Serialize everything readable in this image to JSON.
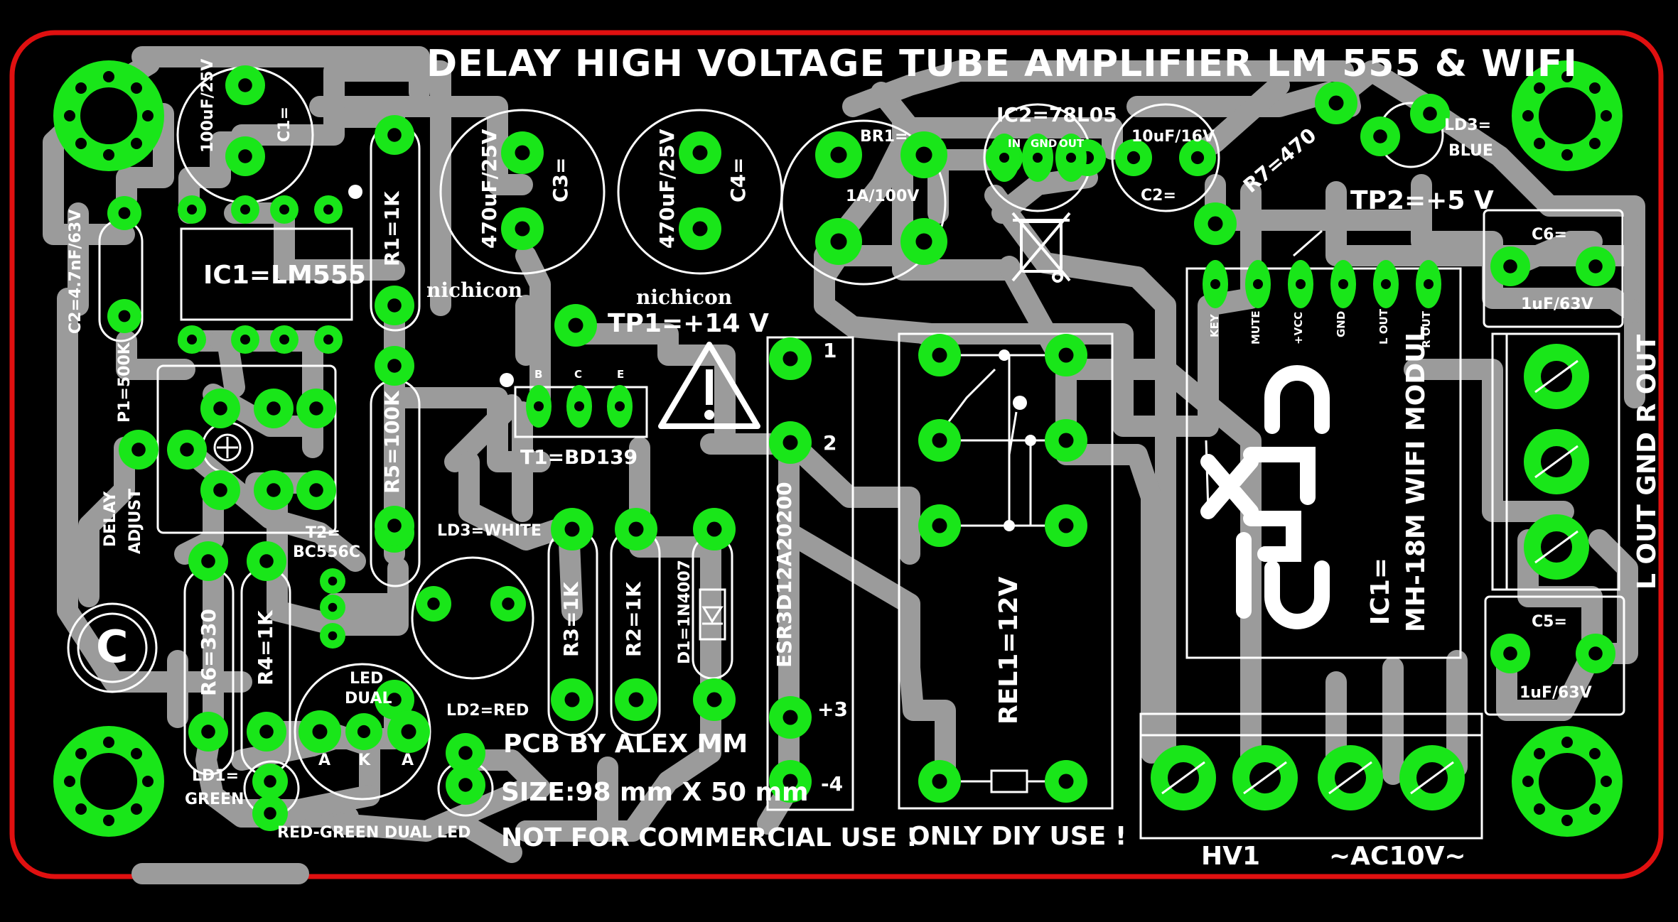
{
  "colors": {
    "background": "#000000",
    "trace": "#9b9b9b",
    "pad": "#19e619",
    "outline": "#e01010",
    "silkscreen": "#ffffff"
  },
  "board": {
    "title": "DELAY  HIGH VOLTAGE  TUBE  AMPLIFIER  LM 555 & WIFI",
    "credit": "PCB BY ALEX MM",
    "size": "SIZE:98 mm X 50 mm",
    "notice_commercial": "NOT FOR COMMERCIAL USE !",
    "notice_diy": "ONLY DIY USE !",
    "copyright": "C"
  },
  "components": {
    "c1_value": "100uF/25V",
    "c1_name": "C1=",
    "c2": "C2=4.7nF/63V",
    "ic1": "IC1=LM555",
    "r1": "R1=1K",
    "c3_value": "470uF/25V",
    "c3_name": "C3=",
    "c4_value": "470uF/25V",
    "c4_name": "C4=",
    "brand1": "nichicon",
    "brand2": "nichicon",
    "br1_name": "BR1=",
    "br1_value": "1A/100V",
    "ic2": "IC2=78L05",
    "ic2_pins": [
      "IN",
      "GND",
      "OUT"
    ],
    "c2b_value": "10uF/16V",
    "c2b_name": "C2=",
    "r7": "R7=470",
    "ld3_blue": "LD3=",
    "ld3_blue_color": "BLUE",
    "tp2": "TP2=+5 V",
    "tp1": "TP1=+14 V",
    "p1": "P1=500K",
    "delay_adjust_1": "DELAY",
    "delay_adjust_2": "ADJUST",
    "r5": "R5=100K",
    "t1": "T1=BD139",
    "t1_pins": [
      "B",
      "C",
      "E"
    ],
    "t2_name": "T2=",
    "t2_value": "BC556C",
    "ld3_white": "LD3=WHITE",
    "r3": "R3=1K",
    "r2": "R2=1K",
    "d1": "D1=1N4007",
    "esr": "ESR3D12A20200",
    "esr_pins": [
      "1",
      "2",
      "+3",
      "-4"
    ],
    "rel1": "REL1=12V",
    "c6_name": "C6=",
    "c6_value": "1uF/63V",
    "c5_name": "C5=",
    "c5_value": "1uF/63V",
    "out_terminal": "L OUT  GND  R OUT",
    "wifi_name": "IC1=",
    "wifi_value": "MH-18M WIFI MODUL",
    "wifi_pins": [
      "KEY",
      "MUTE",
      "+VCC",
      "GND",
      "L OUT",
      "R OUT"
    ],
    "r6": "R6=330",
    "r4": "R4=1K",
    "led_dual_1": "LED",
    "led_dual_2": "DUAL",
    "led_dual_pins": [
      "A",
      "K",
      "A"
    ],
    "ld2": "LD2=RED",
    "ld1_name": "LD1=",
    "ld1_color": "GREEN",
    "dual_led": "RED-GREEN DUAL LED",
    "hv1": "HV1",
    "ac": "~AC10V~"
  }
}
